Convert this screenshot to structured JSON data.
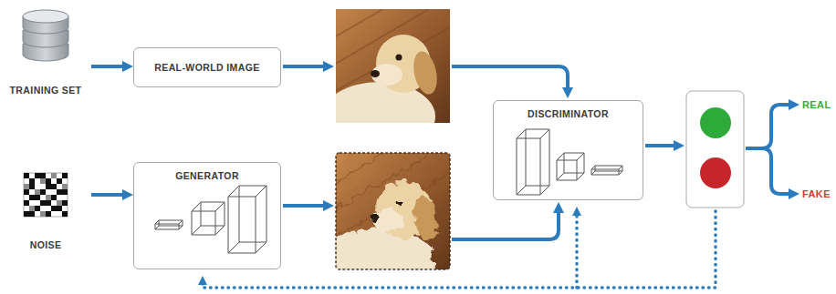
{
  "diagram": {
    "nodes": [
      {
        "text": [
          "TRAINING SET"
        ]
      },
      {
        "text": [
          "REAL-WORLD IMAGE"
        ]
      },
      {
        "text": [
          "DISCRIMINATOR"
        ]
      },
      {
        "text": [
          "NOISE"
        ]
      },
      {
        "text": [
          "GENERATOR"
        ]
      }
    ],
    "edges": [
      {
        "from": 0,
        "to": 1,
        "arrow": "to"
      },
      {
        "from": 3,
        "to": 4,
        "arrow": "to"
      }
    ],
    "labels": [
      "REAL",
      "FAKE"
    ]
  }
}
